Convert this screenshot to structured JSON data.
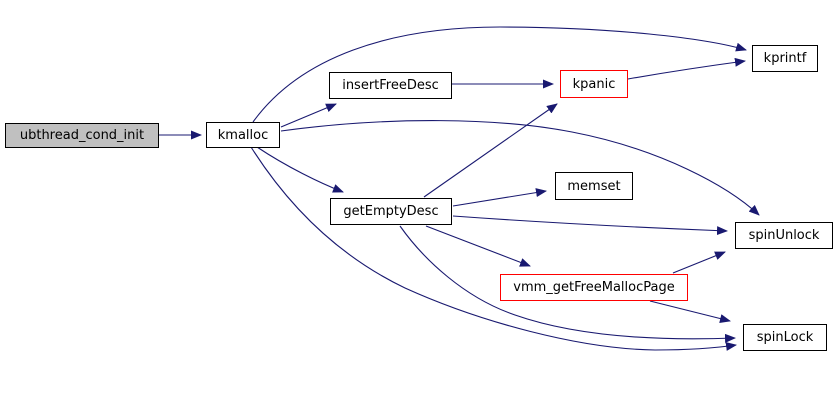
{
  "diagram": {
    "type": "call-graph",
    "root_function": "ubthread_cond_init",
    "colors": {
      "edge": "#191970",
      "node_border": "#000000",
      "highlight_border": "#ff0000",
      "root_fill": "#c0c0c0",
      "node_fill": "#ffffff",
      "text": "#000000",
      "background": "#ffffff"
    },
    "nodes": {
      "ubthread_cond_init": {
        "label": "ubthread_cond_init",
        "style": "root"
      },
      "kmalloc": {
        "label": "kmalloc",
        "style": "normal"
      },
      "insertFreeDesc": {
        "label": "insertFreeDesc",
        "style": "normal"
      },
      "kpanic": {
        "label": "kpanic",
        "style": "highlight"
      },
      "kprintf": {
        "label": "kprintf",
        "style": "normal"
      },
      "getEmptyDesc": {
        "label": "getEmptyDesc",
        "style": "normal"
      },
      "memset": {
        "label": "memset",
        "style": "normal"
      },
      "spinUnlock": {
        "label": "spinUnlock",
        "style": "normal"
      },
      "vmm_getFreeMallocPage": {
        "label": "vmm_getFreeMallocPage",
        "style": "highlight"
      },
      "spinLock": {
        "label": "spinLock",
        "style": "normal"
      }
    },
    "edges": [
      {
        "from": "ubthread_cond_init",
        "to": "kmalloc"
      },
      {
        "from": "kmalloc",
        "to": "kprintf"
      },
      {
        "from": "kmalloc",
        "to": "insertFreeDesc"
      },
      {
        "from": "kmalloc",
        "to": "spinUnlock"
      },
      {
        "from": "kmalloc",
        "to": "getEmptyDesc"
      },
      {
        "from": "kmalloc",
        "to": "spinLock"
      },
      {
        "from": "insertFreeDesc",
        "to": "kpanic"
      },
      {
        "from": "kpanic",
        "to": "kprintf"
      },
      {
        "from": "getEmptyDesc",
        "to": "kpanic"
      },
      {
        "from": "getEmptyDesc",
        "to": "memset"
      },
      {
        "from": "getEmptyDesc",
        "to": "spinUnlock"
      },
      {
        "from": "getEmptyDesc",
        "to": "vmm_getFreeMallocPage"
      },
      {
        "from": "getEmptyDesc",
        "to": "spinLock"
      },
      {
        "from": "vmm_getFreeMallocPage",
        "to": "spinUnlock"
      },
      {
        "from": "vmm_getFreeMallocPage",
        "to": "spinLock"
      }
    ]
  }
}
